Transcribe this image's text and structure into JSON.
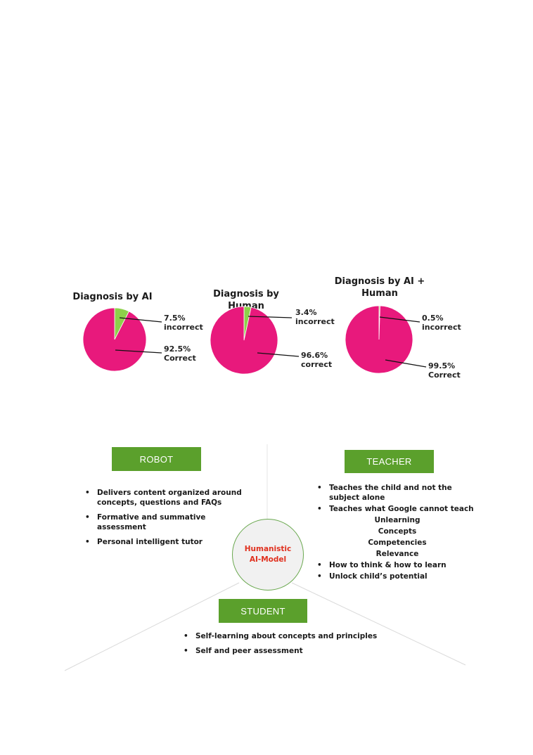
{
  "chart_data": [
    {
      "type": "pie",
      "title": "Diagnosis by AI",
      "slices": [
        {
          "label": "incorrect",
          "percent_text": "7.5%",
          "value": 7.5,
          "color": "#8dd14a"
        },
        {
          "label": "Correct",
          "percent_text": "92.5%",
          "value": 92.5,
          "color": "#e8197c"
        }
      ]
    },
    {
      "type": "pie",
      "title": "Diagnosis by Human",
      "slices": [
        {
          "label": "incorrect",
          "percent_text": "3.4%",
          "value": 3.4,
          "color": "#8dd14a"
        },
        {
          "label": "correct",
          "percent_text": "96.6%",
          "value": 96.6,
          "color": "#e8197c"
        }
      ]
    },
    {
      "type": "pie",
      "title": "Diagnosis by AI + Human",
      "title_lines": [
        "Diagnosis by AI +",
        "Human"
      ],
      "slices": [
        {
          "label": "incorrect",
          "percent_text": "0.5%",
          "value": 0.5,
          "color": "#8dd14a"
        },
        {
          "label": "Correct",
          "percent_text": "99.5%",
          "value": 99.5,
          "color": "#e8197c"
        }
      ]
    }
  ],
  "model": {
    "hub_lines": [
      "Humanistic",
      "AI-Model"
    ],
    "robot": {
      "label": "ROBOT",
      "items": [
        "Delivers content organized around concepts, questions and FAQs",
        "Formative and summative assessment",
        "Personal intelligent tutor"
      ]
    },
    "teacher": {
      "label": "TEACHER",
      "items_top": [
        "Teaches the child and not the subject alone",
        "Teaches what Google cannot teach"
      ],
      "sub_items": [
        "Unlearning",
        "Concepts",
        "Competencies",
        "Relevance"
      ],
      "items_bottom": [
        "How to think & how to learn",
        "Unlock child’s potential"
      ]
    },
    "student": {
      "label": "STUDENT",
      "items": [
        "Self-learning about concepts and principles",
        "Self and peer assessment"
      ]
    },
    "colors": {
      "box": "#5ba02c",
      "hub_text": "#e0301e",
      "hub_border": "#6aa84f"
    }
  }
}
